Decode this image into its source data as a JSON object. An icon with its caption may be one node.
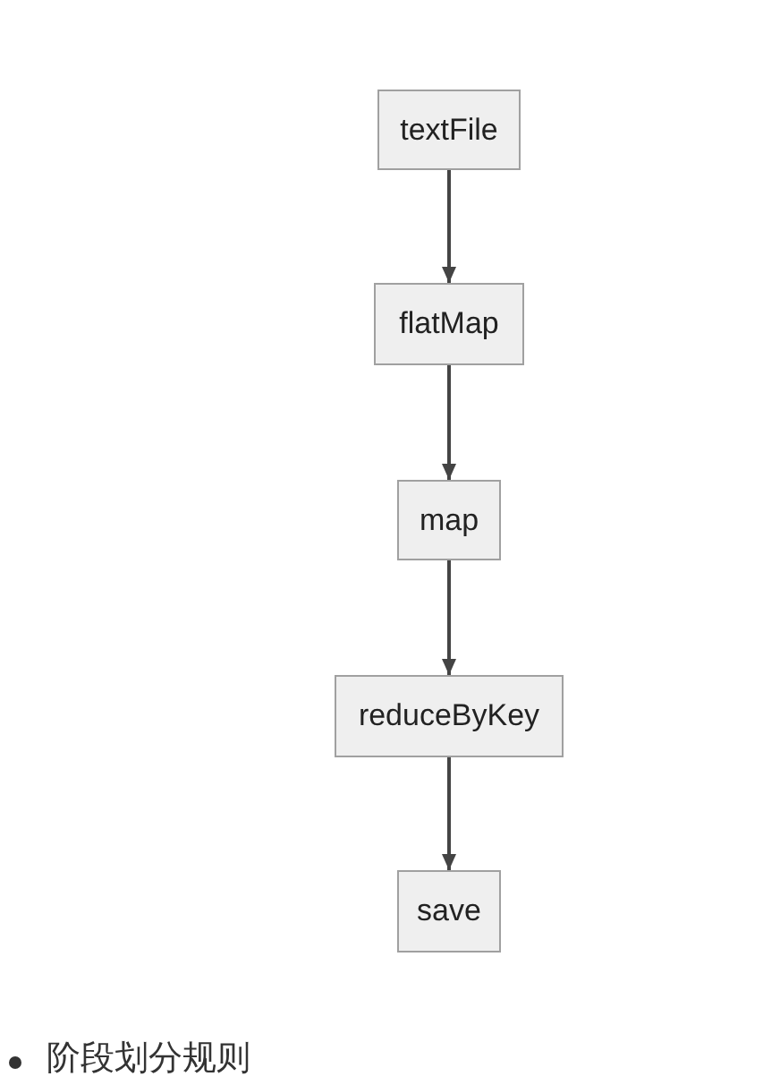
{
  "diagram": {
    "nodes": [
      {
        "text": [
          "textFile"
        ]
      },
      {
        "text": [
          "flatMap"
        ]
      },
      {
        "text": [
          "map"
        ]
      },
      {
        "text": [
          "reduceByKey"
        ]
      },
      {
        "text": [
          "save"
        ]
      }
    ],
    "edges": [
      {
        "from": 0,
        "to": 1,
        "arrow": "to"
      },
      {
        "from": 1,
        "to": 2,
        "arrow": "to"
      },
      {
        "from": 2,
        "to": 3,
        "arrow": "to"
      },
      {
        "from": 3,
        "to": 4,
        "arrow": "to"
      }
    ],
    "labels": [
      "阶段划分规则"
    ]
  }
}
